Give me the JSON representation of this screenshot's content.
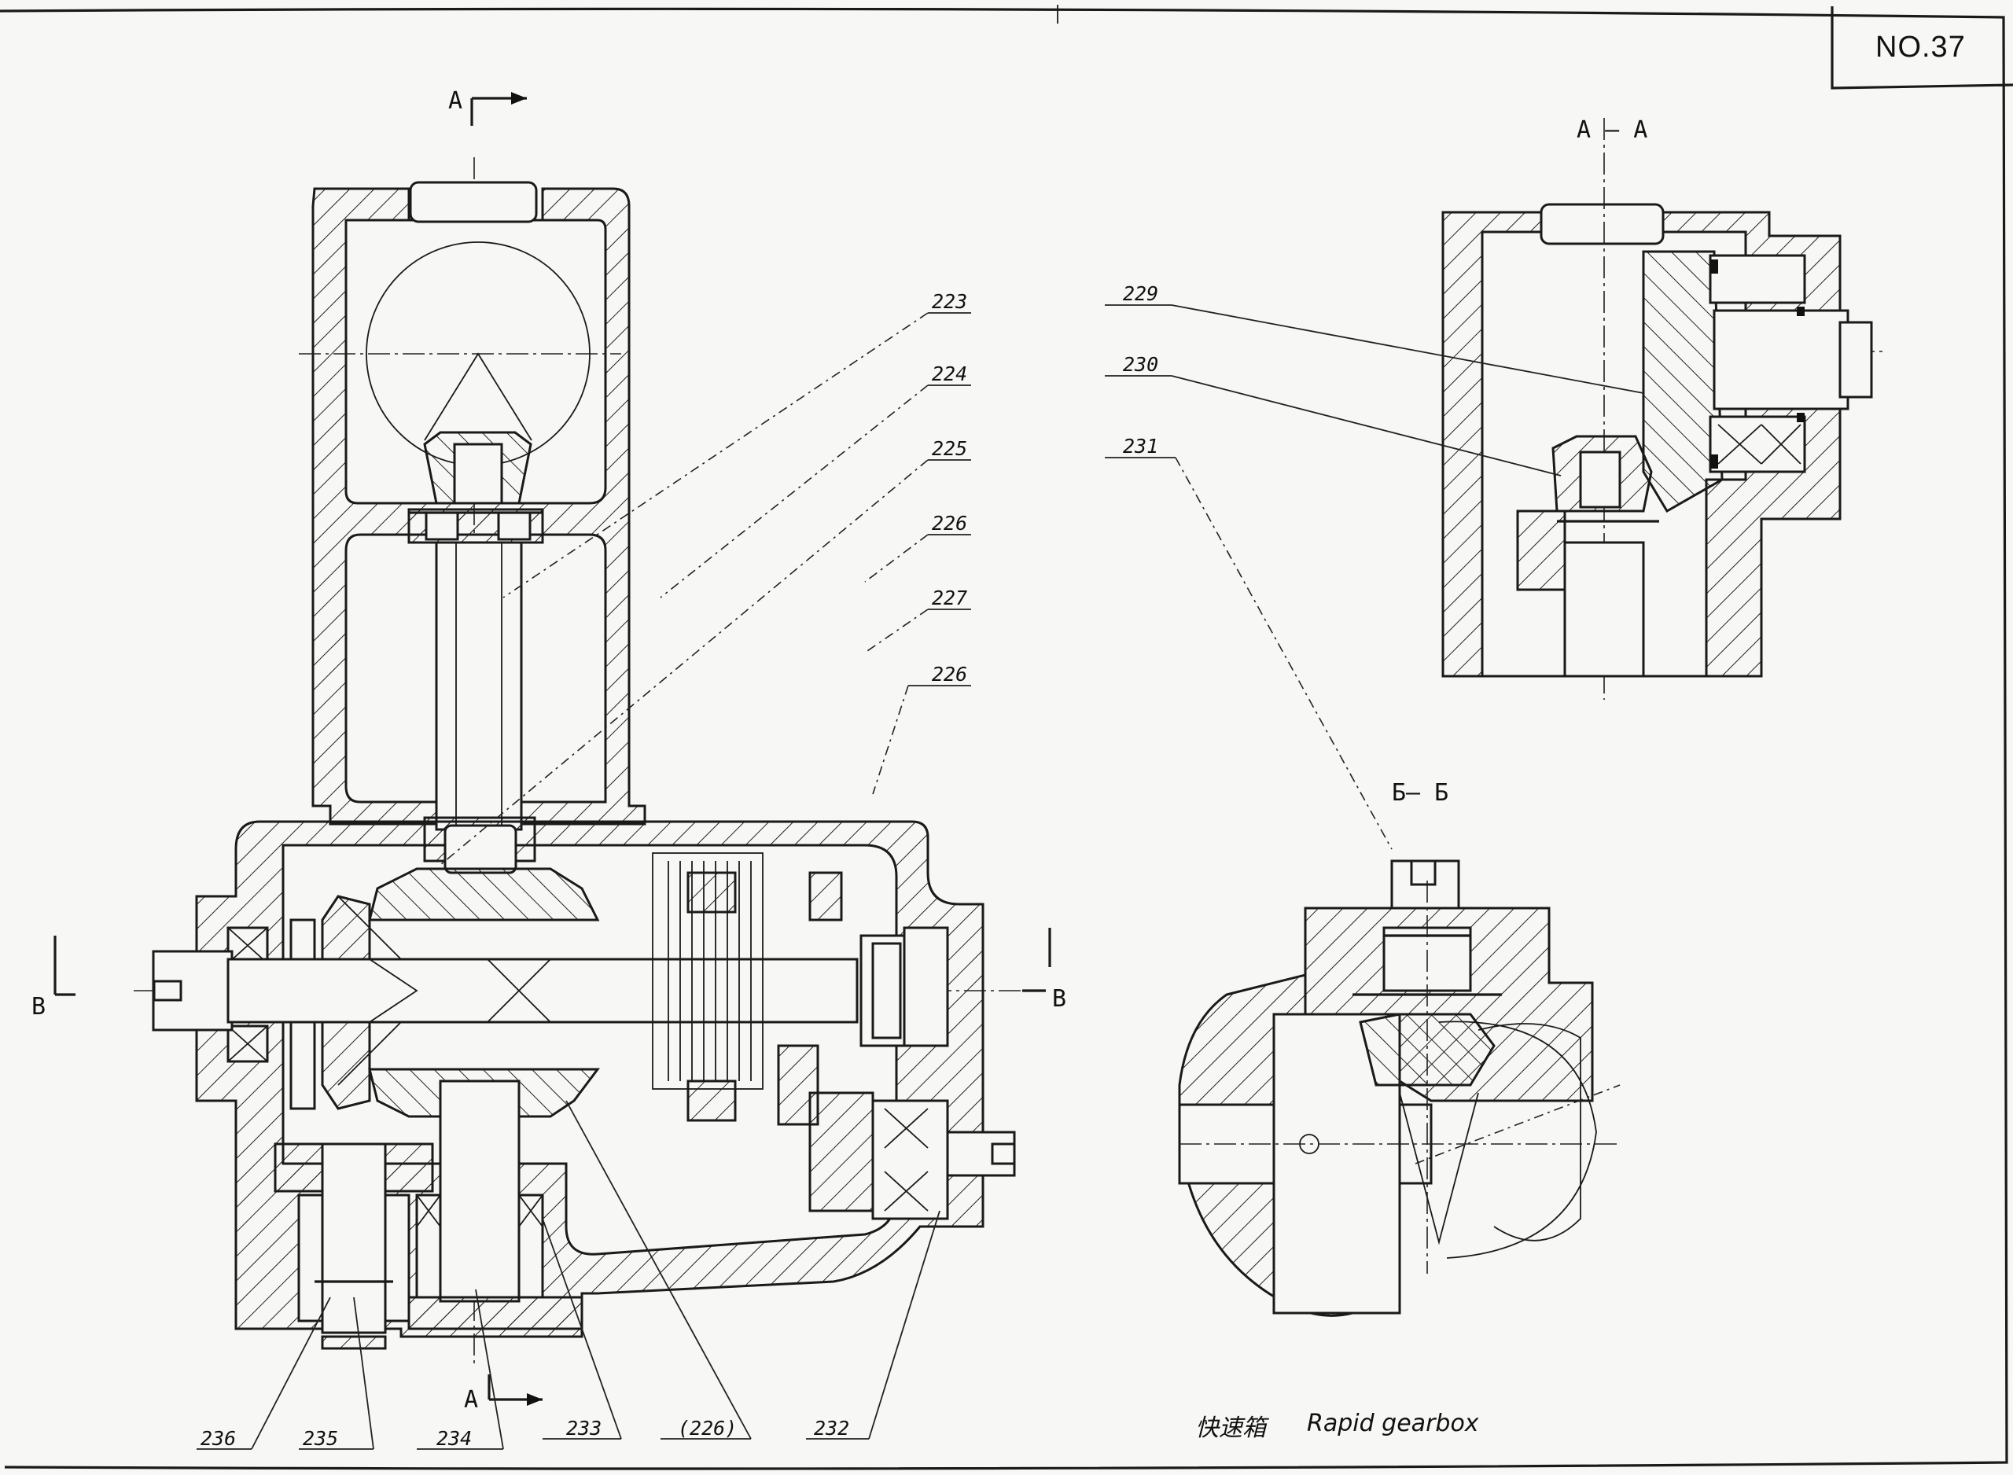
{
  "drawing_number": "NO.37",
  "section_labels": {
    "a_top": "A",
    "a_bottom": "A",
    "b_left": "B",
    "b_right": "B",
    "view_aa": "A — A",
    "view_bb": "Б— Б"
  },
  "part_labels": [
    "223",
    "224",
    "225",
    "226",
    "227",
    "226",
    "229",
    "230",
    "231",
    "236",
    "235",
    "234",
    "233",
    "(226)",
    "232"
  ],
  "caption": {
    "chinese": "快速箱",
    "english": "Rapid gearbox"
  }
}
